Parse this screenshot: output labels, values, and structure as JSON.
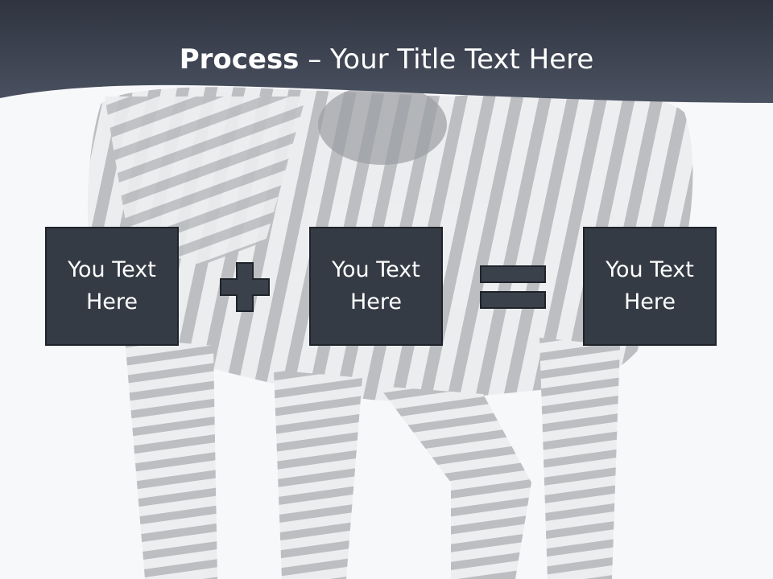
{
  "slide": {
    "title_bold": "Process",
    "title_rest": " – Your Title Text Here",
    "boxes": [
      {
        "text": "You Text Here"
      },
      {
        "text": "You Text Here"
      },
      {
        "text": "You Text Here"
      }
    ],
    "operators": [
      "plus",
      "equals"
    ]
  },
  "colors": {
    "header": "#3a4150",
    "box_fill": "#353b44",
    "box_border": "#1f242b",
    "operator_fill": "#3b414a",
    "background": "#f7f8fa",
    "stripe": "#a7a9ad"
  },
  "icons": {
    "plus": "plus-icon",
    "equals": "equals-icon"
  }
}
